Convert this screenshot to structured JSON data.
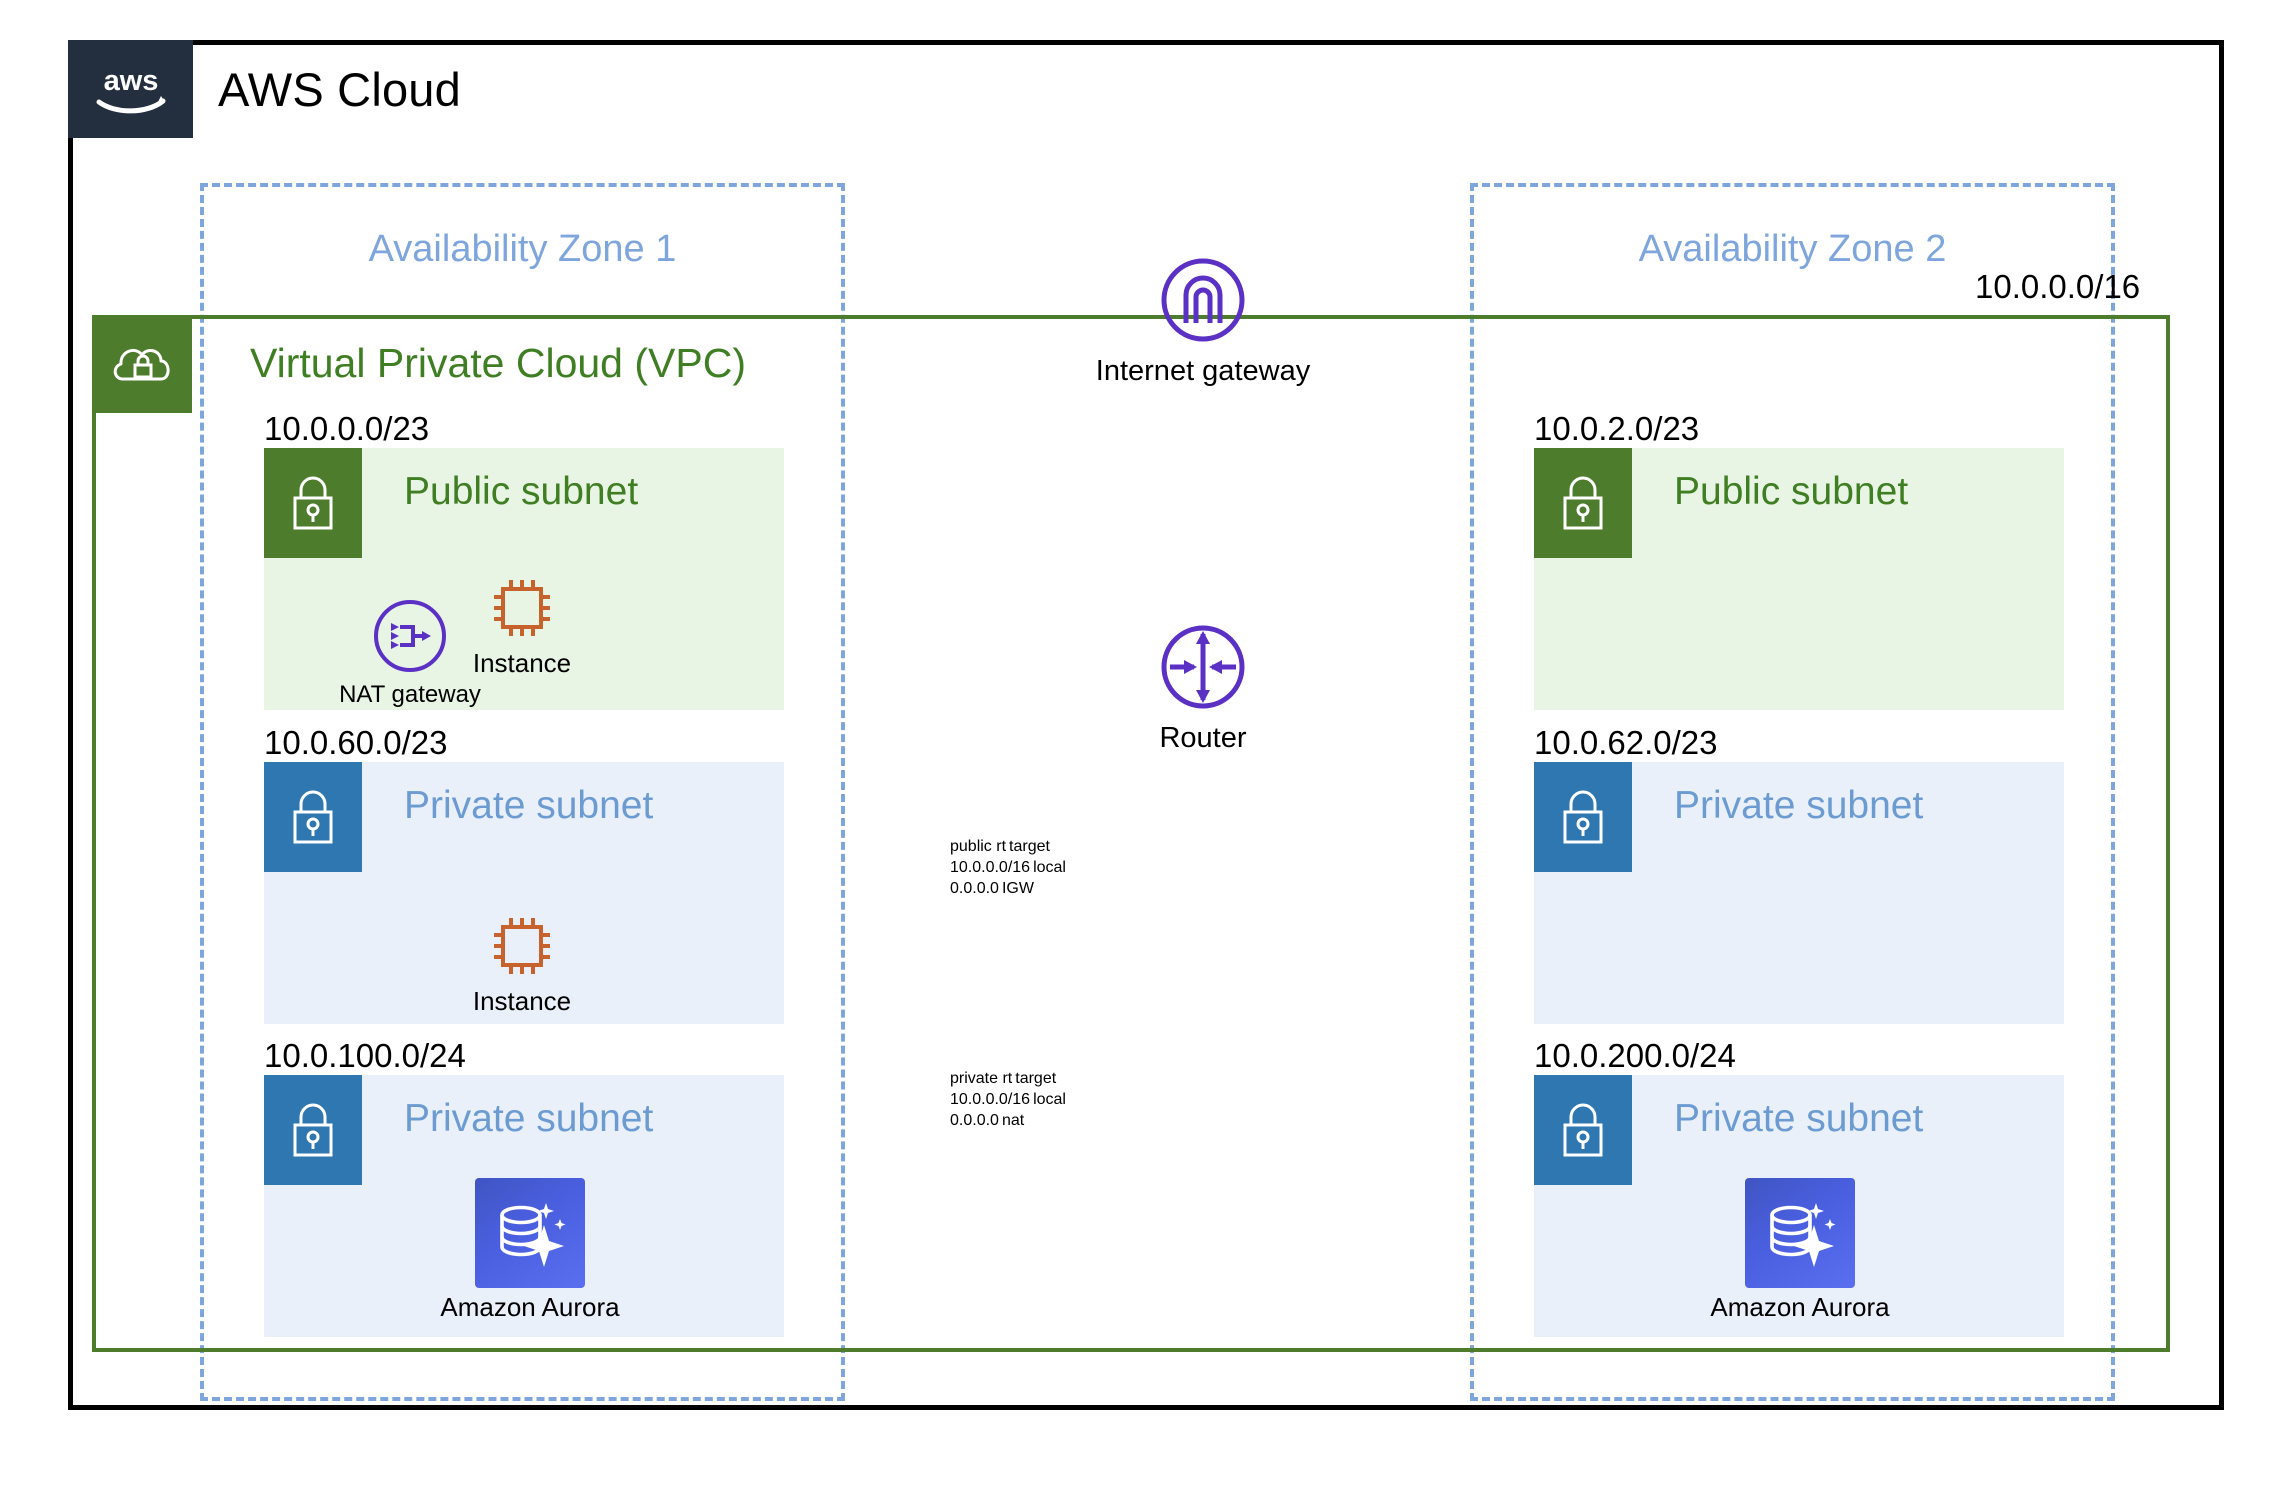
{
  "cloud": {
    "title": "AWS Cloud",
    "logo_icon": "aws-logo-icon"
  },
  "vpc": {
    "title": "Virtual Private Cloud (VPC)",
    "cidr": "10.0.0.0/16",
    "icon": "vpc-cloud-lock-icon",
    "border_color": "#4C7C2C"
  },
  "availability_zones": [
    {
      "title": "Availability Zone 1"
    },
    {
      "title": "Availability Zone 2"
    }
  ],
  "subnets": {
    "az1": [
      {
        "cidr": "10.0.0.0/23",
        "label": "Public subnet",
        "type": "public",
        "icon": "lock-icon"
      },
      {
        "cidr": "10.0.60.0/23",
        "label": "Private subnet",
        "type": "private",
        "icon": "lock-icon"
      },
      {
        "cidr": "10.0.100.0/24",
        "label": "Private subnet",
        "type": "private",
        "icon": "lock-icon"
      }
    ],
    "az2": [
      {
        "cidr": "10.0.2.0/23",
        "label": "Public subnet",
        "type": "public",
        "icon": "lock-icon"
      },
      {
        "cidr": "10.0.62.0/23",
        "label": "Private subnet",
        "type": "private",
        "icon": "lock-icon"
      },
      {
        "cidr": "10.0.200.0/24",
        "label": "Private subnet",
        "type": "private",
        "icon": "lock-icon"
      }
    ]
  },
  "nodes": {
    "nat_gateway": {
      "label": "NAT gateway",
      "icon": "nat-gateway-icon"
    },
    "instance_az1_public": {
      "label": "Instance",
      "icon": "ec2-instance-icon"
    },
    "instance_az1_private": {
      "label": "Instance",
      "icon": "ec2-instance-icon"
    },
    "aurora_az1": {
      "label": "Amazon Aurora",
      "icon": "amazon-aurora-icon"
    },
    "aurora_az2": {
      "label": "Amazon Aurora",
      "icon": "amazon-aurora-icon"
    },
    "internet_gateway": {
      "label": "Internet gateway",
      "icon": "internet-gateway-icon"
    },
    "router": {
      "label": "Router",
      "icon": "router-icon"
    }
  },
  "route_tables": {
    "public": {
      "headers": [
        "public rt",
        "target"
      ],
      "rows": [
        [
          "10.0.0.0/16",
          "local"
        ],
        [
          "0.0.0.0",
          "IGW"
        ]
      ]
    },
    "private": {
      "headers": [
        "private rt",
        "target"
      ],
      "rows": [
        [
          "10.0.0.0/16",
          "local"
        ],
        [
          "0.0.0.0",
          "nat"
        ]
      ]
    }
  },
  "colors": {
    "aws_navy": "#232F3E",
    "vpc_green": "#4C7C2C",
    "public_subnet_green": "#3F7E23",
    "private_subnet_blue": "#2E77B0",
    "az_dashed_blue": "#7EA6DC",
    "purple": "#5A31C4",
    "instance_orange": "#C8622C",
    "rt_header_blue": "#4472C4"
  }
}
